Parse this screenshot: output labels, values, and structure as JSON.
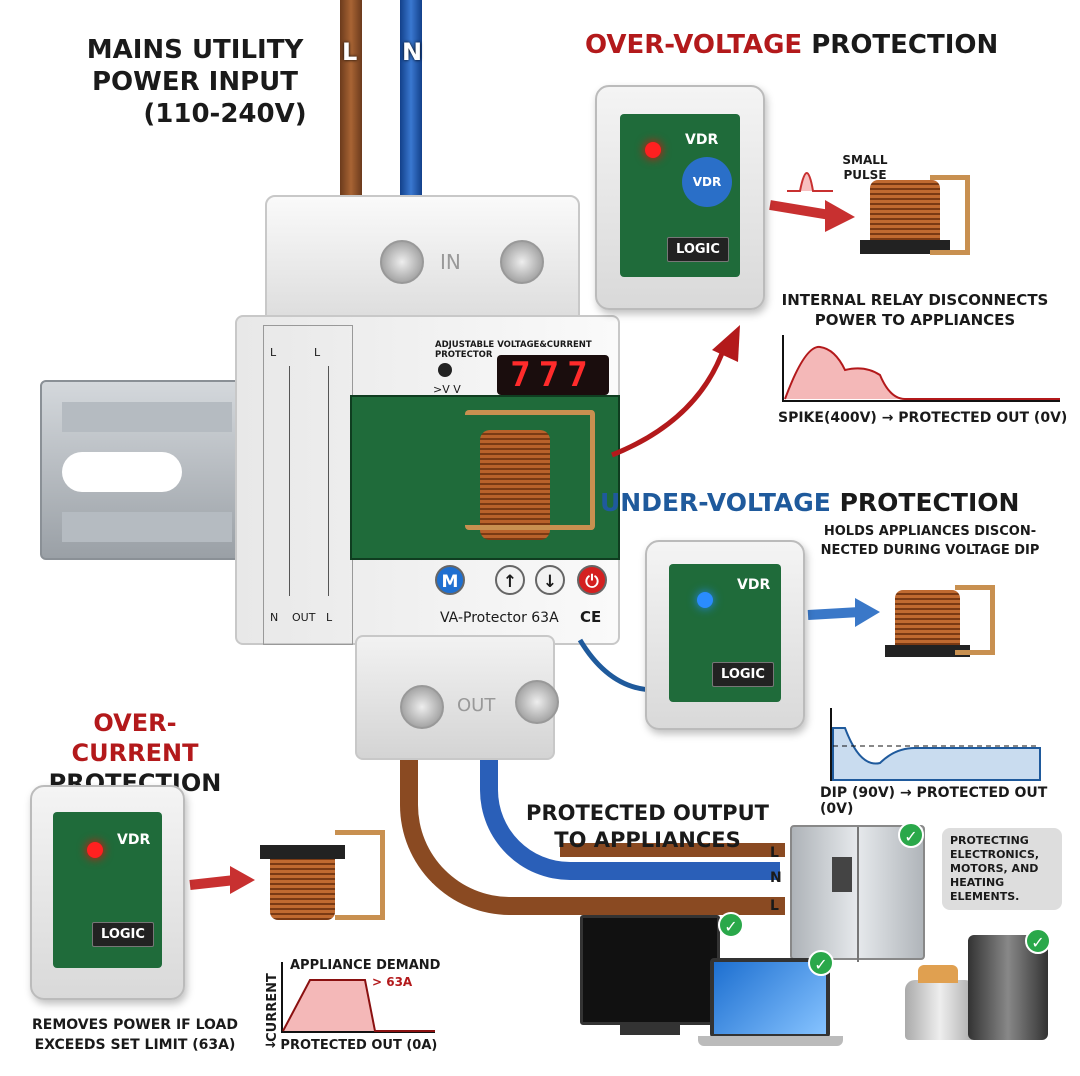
{
  "mains": {
    "line1": "MAINS UTILITY",
    "line2": "POWER INPUT",
    "line3": "(110-240V)",
    "wire_l": "L",
    "wire_n": "N"
  },
  "device": {
    "in_label": "IN",
    "out_label": "OUT",
    "panel_title": "ADJUSTABLE VOLTAGE&CURRENT PROTECTOR",
    "display": "777",
    "indicator": ">V V",
    "btn_m": "M",
    "btn_up": "↑",
    "btn_down": "↓",
    "btn_power": "⏻",
    "model": "VA-Protector 63A",
    "ce": "CE",
    "schematic": {
      "l1": "L",
      "l2": "L",
      "n": "N",
      "out": "OUT",
      "l3": "L"
    }
  },
  "over_voltage": {
    "title_a": "OVER-VOLTAGE",
    "title_b": "PROTECTION",
    "vdr1": "VDR",
    "vdr2": "VDR",
    "logic": "LOGIC",
    "pulse": "SMALL PULSE",
    "desc1": "INTERNAL RELAY DISCONNECTS",
    "desc2": "POWER TO APPLIANCES",
    "chart_caption": "SPIKE(400V) → PROTECTED OUT (0V)",
    "accent": "#b3191b"
  },
  "under_voltage": {
    "title_a": "UNDER-VOLTAGE",
    "title_b": "PROTECTION",
    "desc1": "HOLDS APPLIANCES DISCON-",
    "desc2": "NECTED DURING VOLTAGE DIP",
    "vdr": "VDR",
    "logic": "LOGIC",
    "chart_caption": "DIP (90V) → PROTECTED OUT (0V)",
    "accent": "#1f5a9c"
  },
  "over_current": {
    "title_a": "OVER-CURRENT",
    "title_b": "PROTECTION",
    "vdr": "VDR",
    "logic": "LOGIC",
    "desc1": "REMOVES POWER IF LOAD",
    "desc2": "EXCEEDS SET LIMIT (63A)",
    "chart_ylabel": "CURRENT",
    "chart_title": "APPLIANCE DEMAND",
    "chart_limit": "> 63A",
    "chart_caption": "→ PROTECTED OUT (0A)"
  },
  "output": {
    "line1": "PROTECTED OUTPUT",
    "line2": "TO APPLIANCES",
    "wire1": "L",
    "wire2": "N",
    "wire3": "L",
    "bubble": "PROTECTING ELECTRONICS, MOTORS, AND HEATING ELEMENTS."
  }
}
